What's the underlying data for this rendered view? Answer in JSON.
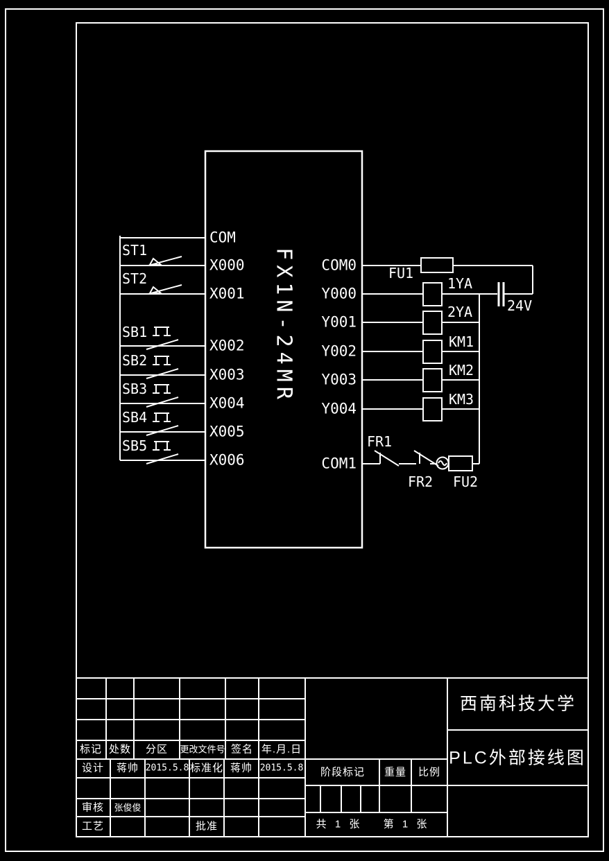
{
  "drawing": {
    "plc": {
      "model": "FX1N-24MR",
      "left_pins": [
        "COM",
        "X000",
        "X001",
        "X002",
        "X003",
        "X004",
        "X005",
        "X006"
      ],
      "right_pins": [
        "COM0",
        "Y000",
        "Y001",
        "Y002",
        "Y003",
        "Y004",
        "COM1"
      ]
    },
    "inputs": [
      "ST1",
      "ST2",
      "SB1",
      "SB2",
      "SB3",
      "SB4",
      "SB5"
    ],
    "outputs": {
      "fuse1": "FU1",
      "fuse2": "FU2",
      "coils": [
        "1YA",
        "2YA",
        "KM1",
        "KM2",
        "KM3"
      ],
      "thermal_contacts": [
        "FR1",
        "FR2"
      ],
      "power_supply": "24V"
    },
    "colors": {
      "background": "#000000",
      "line": "#ffffff"
    }
  },
  "title_block": {
    "company": "西南科技大学",
    "drawing_title": "PLC外部接线图",
    "rev_headers": [
      "标记",
      "处数",
      "分区",
      "更改文件号",
      "签名",
      "年.月.日"
    ],
    "design_label": "设计",
    "design_name": "蒋帅",
    "design_date": "2015.5.8",
    "standardization_label": "标准化",
    "standardization_name": "蒋帅",
    "standardization_date": "2015.5.8",
    "audit_label": "审核",
    "audit_name": "张俊俊",
    "process_label": "工艺",
    "approve_label": "批准",
    "stage_mark_label": "阶段标记",
    "weight_label": "重量",
    "scale_label": "比例",
    "sheet_total": "共 1 张",
    "sheet_no": "第 1 张"
  }
}
